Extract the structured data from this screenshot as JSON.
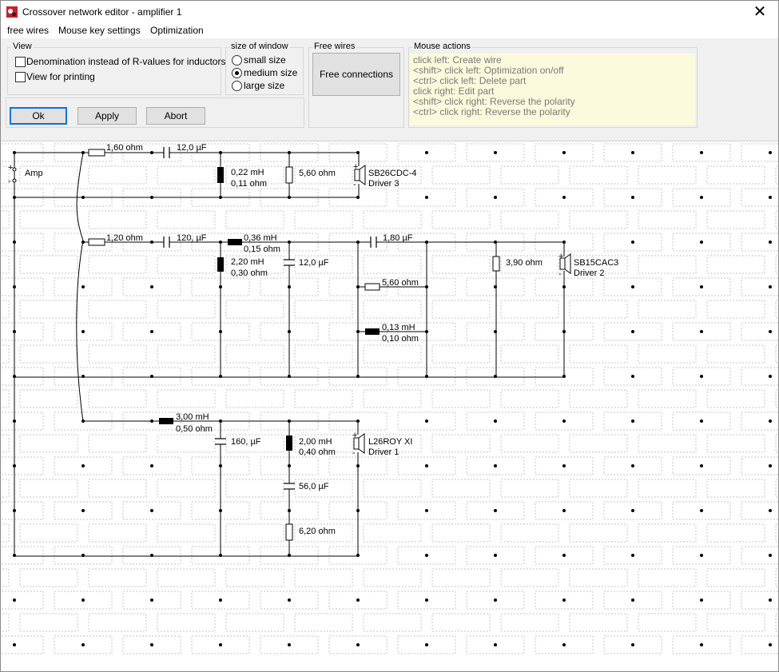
{
  "window": {
    "title": "Crossover network editor - amplifier 1",
    "close_glyph": "✕"
  },
  "menu": [
    "free wires",
    "Mouse key settings",
    "Optimization"
  ],
  "view": {
    "label": "View",
    "options": [
      {
        "label": "Denomination instead of R-values for inductors",
        "checked": false
      },
      {
        "label": "View for printing",
        "checked": false
      }
    ]
  },
  "size": {
    "label": "size of window",
    "options": [
      {
        "label": "small size",
        "selected": false
      },
      {
        "label": "medium size",
        "selected": true
      },
      {
        "label": "large size",
        "selected": false
      }
    ]
  },
  "free_wires": {
    "label": "Free wires",
    "button": "Free connections"
  },
  "mouse_actions": {
    "label": "Mouse actions",
    "lines": [
      "click left: Create wire",
      "<shift> click left: Optimization on/off",
      "<ctrl> click left: Delete part",
      "click right: Edit part",
      "<shift> click right: Reverse the polarity",
      "<ctrl> click right: Reverse the polarity"
    ]
  },
  "buttons": {
    "ok": "Ok",
    "apply": "Apply",
    "abort": "Abort"
  },
  "circuit": {
    "amp": "Amp",
    "plus": "+",
    "minus": "-",
    "driver3_model": "SB26CDC-4",
    "driver3_name": "Driver 3",
    "driver2_model": "SB15CAC3",
    "driver2_name": "Driver 2",
    "driver1_model": "L26ROY XI",
    "driver1_name": "Driver 1",
    "b1_r1": "1,60 ohm",
    "b1_c1": "12,0 µF",
    "b1_l1_v": "0,22 mH",
    "b1_l1_r": "0,11 ohm",
    "b1_r2": "5,60 ohm",
    "b2_r1": "1,20 ohm",
    "b2_c1": "120, µF",
    "b2_l1_v": "0,36 mH",
    "b2_l1_r": "0,15 ohm",
    "b2_l2_v": "2,20 mH",
    "b2_l2_r": "0,30 ohm",
    "b2_c2": "12,0 µF",
    "b2_c3": "1,80 µF",
    "b2_r2": "5,60 ohm",
    "b2_l3_v": "0,13 mH",
    "b2_l3_r": "0,10 ohm",
    "b2_r3": "3,90 ohm",
    "b3_l1_v": "3,00 mH",
    "b3_l1_r": "0,50 ohm",
    "b3_c1": "160, µF",
    "b3_l2_v": "2,00 mH",
    "b3_l2_r": "0,40 ohm",
    "b3_c2": "56,0 µF",
    "b3_r1": "6,20 ohm"
  }
}
